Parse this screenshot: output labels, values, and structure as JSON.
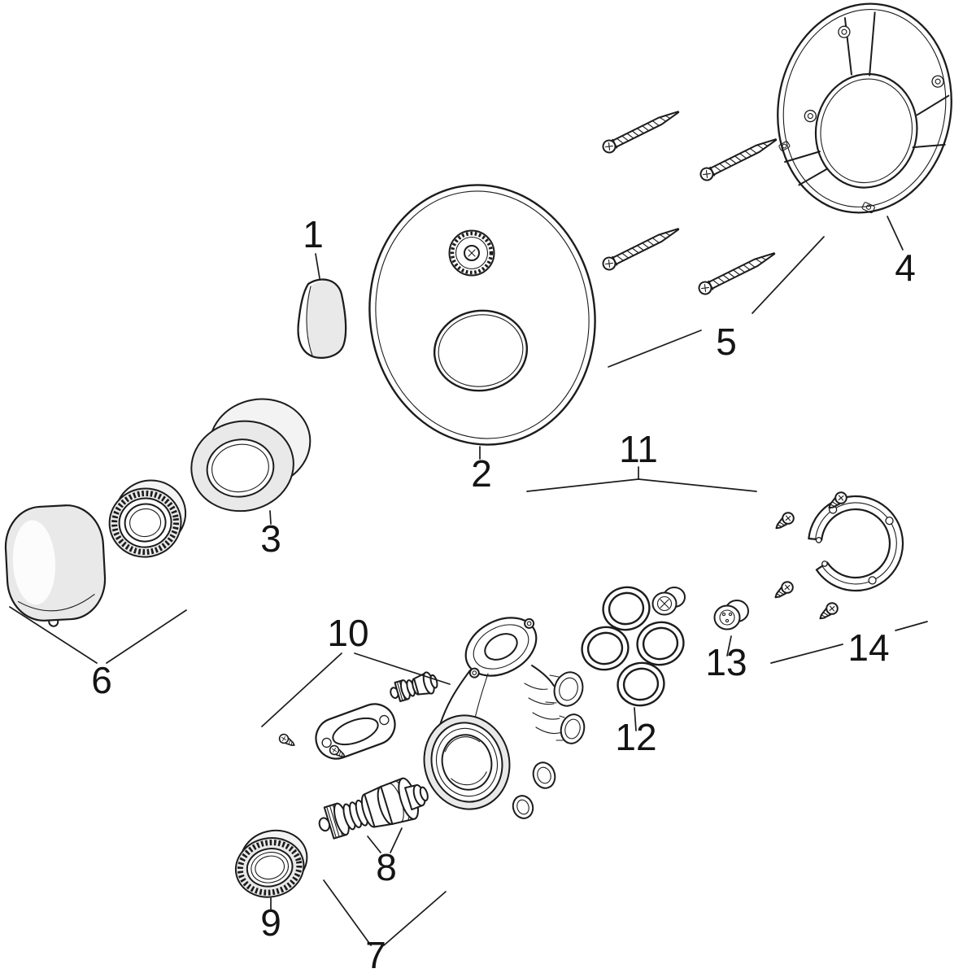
{
  "figure": {
    "type": "exploded-parts-diagram",
    "background": "#ffffff",
    "line_color": "#1c1c1c",
    "shade_color": "#e9e9e9",
    "callouts": [
      "1",
      "2",
      "3",
      "4",
      "5",
      "6",
      "7",
      "8",
      "9",
      "10",
      "11",
      "12",
      "13",
      "14"
    ]
  }
}
